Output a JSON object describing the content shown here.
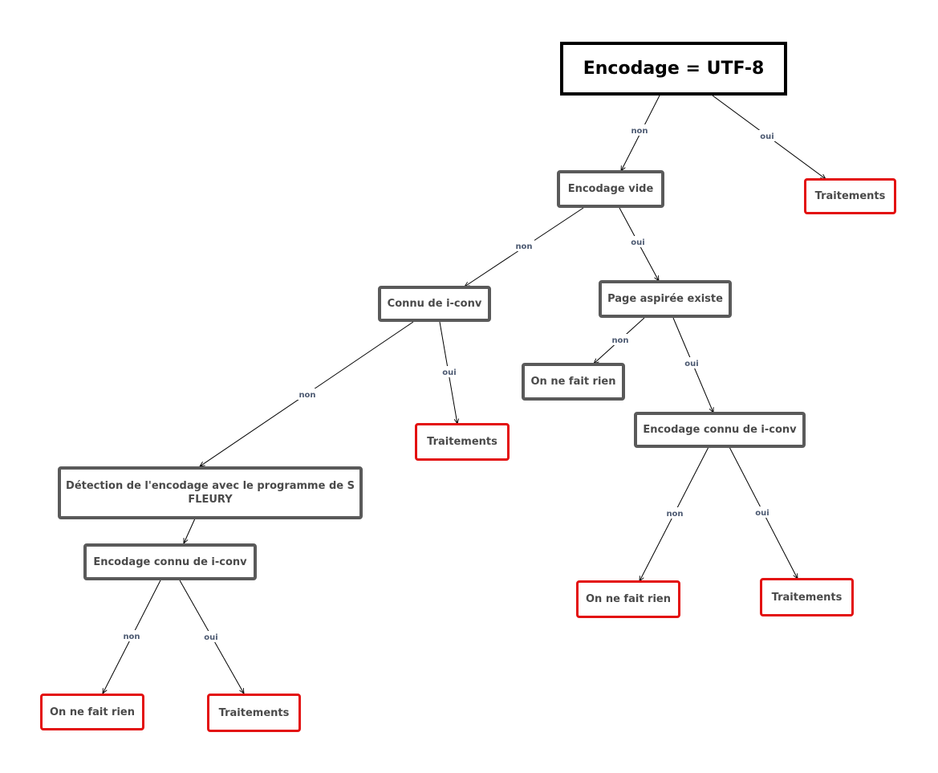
{
  "nodes": {
    "root": {
      "label": "Encodage = UTF-8"
    },
    "traitements_1": {
      "label": "Traitements"
    },
    "encodage_vide": {
      "label": "Encodage vide"
    },
    "connu_iconv_1": {
      "label": "Connu de i-conv"
    },
    "page_aspiree": {
      "label": "Page aspirée existe"
    },
    "rien_1": {
      "label": "On ne fait rien"
    },
    "traitements_2": {
      "label": "Traitements"
    },
    "encodage_connu_2": {
      "label": "Encodage connu de i-conv"
    },
    "detection": {
      "label": "Détection de l'encodage avec le programme de S FLEURY"
    },
    "encodage_connu_3": {
      "label": "Encodage connu de i-conv"
    },
    "rien_2": {
      "label": "On ne fait rien"
    },
    "traitements_3": {
      "label": "Traitements"
    },
    "rien_3": {
      "label": "On ne fait rien"
    },
    "traitements_4": {
      "label": "Traitements"
    }
  },
  "edges": [
    {
      "id": "root-vide",
      "label": "non"
    },
    {
      "id": "root-trait1",
      "label": "oui"
    },
    {
      "id": "vide-connu1",
      "label": "non"
    },
    {
      "id": "vide-page",
      "label": "oui"
    },
    {
      "id": "connu1-detect",
      "label": "non"
    },
    {
      "id": "connu1-trait2",
      "label": "oui"
    },
    {
      "id": "page-rien1",
      "label": "non"
    },
    {
      "id": "page-enc2",
      "label": "oui"
    },
    {
      "id": "enc2-rien2",
      "label": "non"
    },
    {
      "id": "enc2-trait3",
      "label": "oui"
    },
    {
      "id": "detect-enc3",
      "label": ""
    },
    {
      "id": "enc3-rien3",
      "label": "non"
    },
    {
      "id": "enc3-trait4",
      "label": "oui"
    }
  ]
}
